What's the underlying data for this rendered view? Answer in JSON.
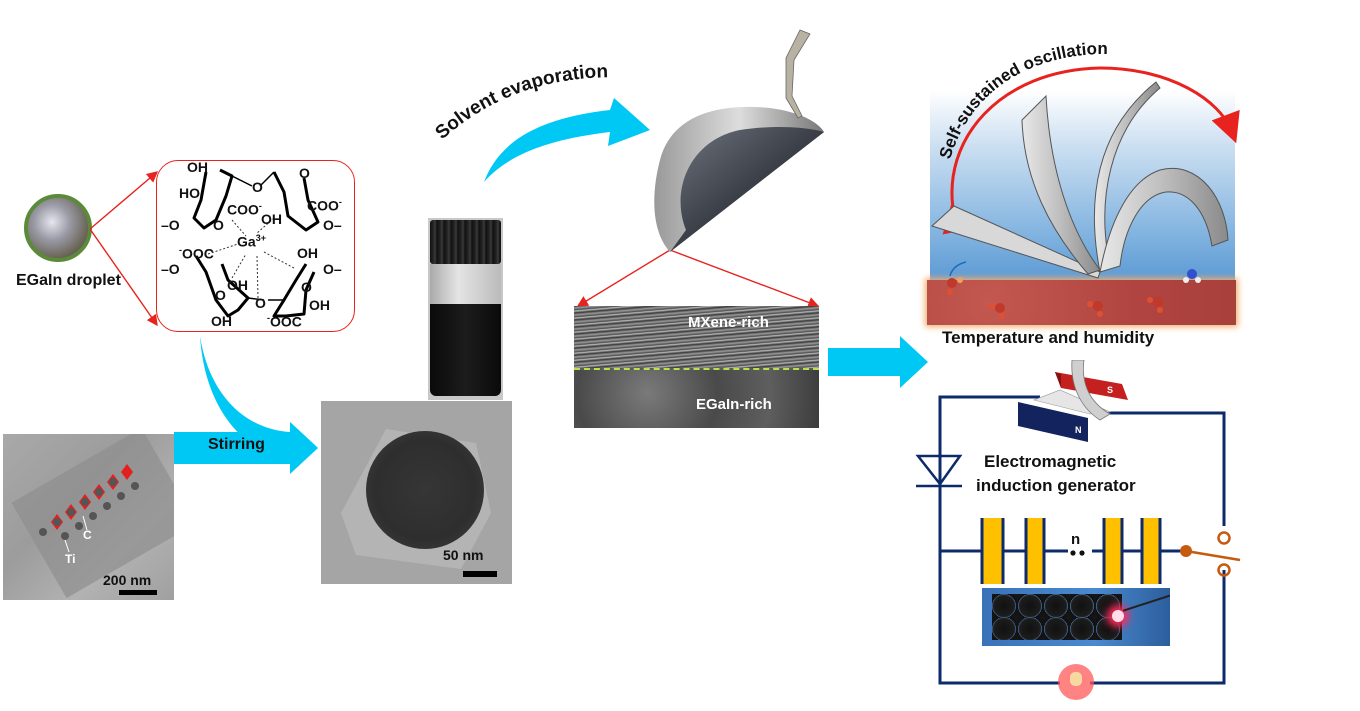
{
  "figure": {
    "droplet": {
      "label": "EGaIn droplet"
    },
    "chem": {
      "ion": "Ga",
      "ion_charge": "3+",
      "groups": {
        "oh_top": "OH",
        "ho_left": "HO",
        "coo_mid": "COO",
        "coo_mid_charge": "-",
        "oh_mid": "OH",
        "coo_right": "COO",
        "coo_right_charge": "-",
        "o_left_top": "–O",
        "o_right_top": "O–",
        "ooc_left_charge": "-",
        "ooc_left": "OOC",
        "oh_right_top": "OH",
        "o_left_bot": "–O",
        "o_right_bot": "O–",
        "oh_inner": "OH",
        "oh_right": "OH",
        "oh_bottom": "OH",
        "ooc_bottom_charge": "-",
        "ooc_bottom": "OOC"
      }
    },
    "tem_mxene": {
      "label_c": "C",
      "label_ti": "Ti",
      "scale": "200 nm"
    },
    "stirring_arrow": {
      "label": "Stirring"
    },
    "tem_particle": {
      "scale": "50 nm"
    },
    "solvent_arrow": {
      "label": "Solvent evaporation"
    },
    "sem": {
      "top_label": "MXene-rich",
      "bottom_label": "EGaIn-rich"
    },
    "oscillation": {
      "title": "Self-sustained oscillation",
      "caption": "Temperature and humidity"
    },
    "circuit": {
      "title_line1": "Electromagnetic",
      "title_line2": "induction generator",
      "magnet_s": "S",
      "magnet_n": "N",
      "cap_count": "n"
    }
  },
  "colors": {
    "arrow_cyan": "#00c8f5",
    "red_line": "#e8231f",
    "wire_navy": "#0d2a6b",
    "cap_yellow": "#ffc000",
    "switch_orange": "#c55a11",
    "droplet_ring": "#5a8a3a",
    "dash_green": "#b8e04a"
  }
}
